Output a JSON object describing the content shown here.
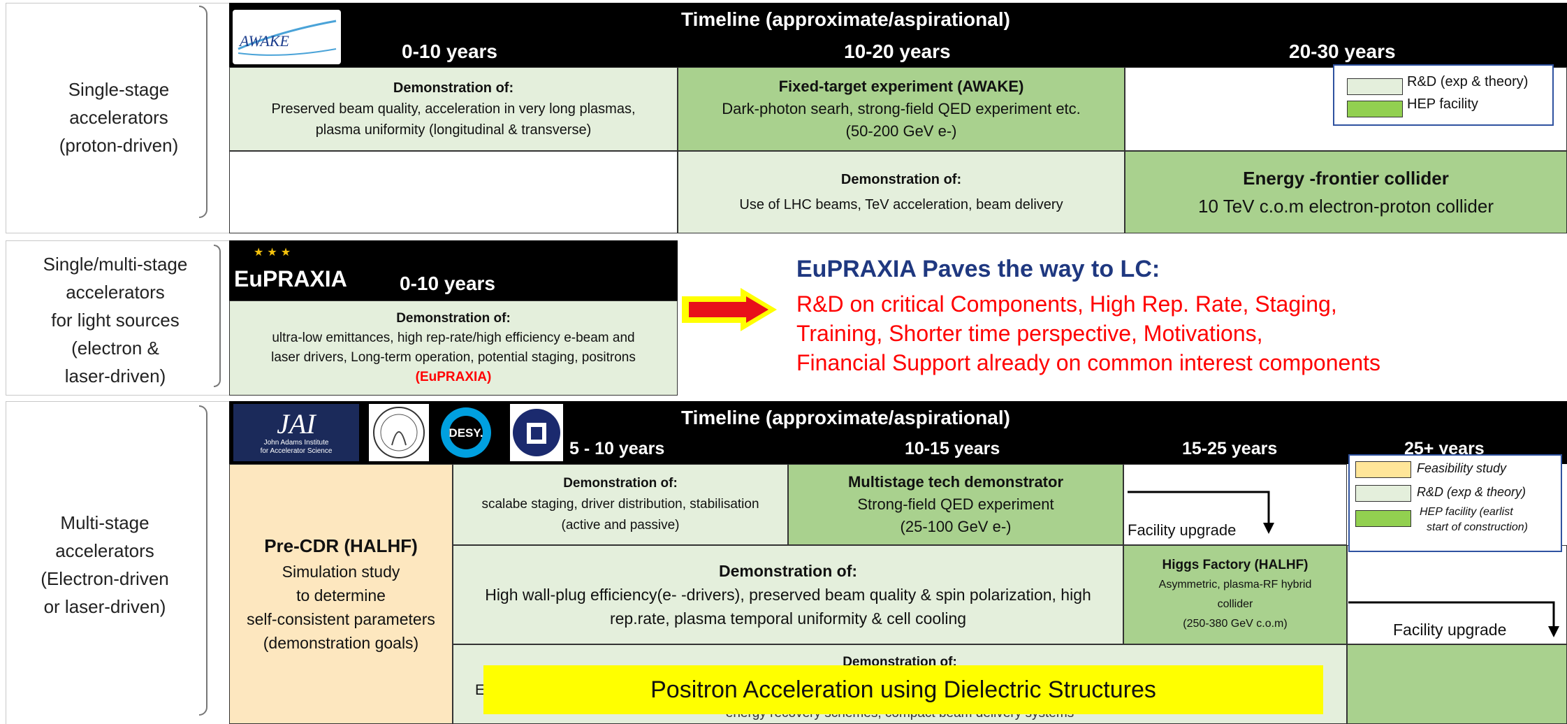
{
  "colors": {
    "rd": "#e4efdc",
    "hep": "#a9d18e",
    "feasibility": "#fde7bf",
    "arrow_fill": "#e8101a",
    "arrow_outline": "#ffff00",
    "highlight_bar": "#ffff00",
    "eupraxia_title": "#1f3880",
    "eupraxia_red": "#ff0000"
  },
  "section1": {
    "label_lines": [
      "Single-stage",
      "accelerators",
      "(proton-driven)"
    ],
    "logo_text": "AWAKE",
    "timeline_title": "Timeline (approximate/aspirational)",
    "col_headers": [
      "0-10 years",
      "10-20 years",
      "20-30 years"
    ],
    "row1": {
      "c1": {
        "title": "Demonstration of:",
        "lines": [
          "Preserved beam quality, acceleration in very long plasmas,",
          "plasma uniformity (longitudinal & transverse)"
        ]
      },
      "c2": {
        "title": "Fixed-target experiment (AWAKE)",
        "lines": [
          "Dark-photon searh, strong-field QED experiment etc.",
          "(50-200 GeV e-)"
        ]
      }
    },
    "row2": {
      "c2": {
        "title": "Demonstration of:",
        "lines": [
          "Use of LHC beams, TeV acceleration, beam delivery"
        ]
      },
      "c3": {
        "title": "Energy -frontier collider",
        "lines": [
          "10 TeV c.o.m electron-proton collider"
        ]
      }
    },
    "legend": [
      "R&D (exp & theory)",
      "HEP facility"
    ]
  },
  "section2": {
    "label_lines": [
      "Single/multi-stage",
      "accelerators",
      "for light sources",
      "(electron &",
      "laser-driven)"
    ],
    "logo_text": "EuPRAXIA",
    "col_header": "0-10 years",
    "cell_title": "Demonstration of:",
    "cell_lines": [
      "ultra-low emittances, high rep-rate/high efficiency e-beam and",
      "laser drivers, Long-term operation, potential staging, positrons"
    ],
    "cell_tag": "(EuPRAXIA)",
    "headline": "EuPRAXIA Paves the way to LC:",
    "body_lines": [
      "R&D on critical Components,  High Rep. Rate, Staging,",
      "Training, Shorter time perspective, Motivations,",
      "Financial Support already on common interest components"
    ]
  },
  "section3": {
    "label_lines": [
      "Multi-stage",
      "accelerators",
      "(Electron-driven",
      "or laser-driven)"
    ],
    "logo_jai_main": "JAI",
    "logo_jai_sub": [
      "John Adams Institute",
      "for Accelerator Science"
    ],
    "logo_desy": "DESY.",
    "timeline_title": "Timeline (approximate/aspirational)",
    "col_headers": [
      "5 - 10 years",
      "10-15 years",
      "15-25 years",
      "25+ years"
    ],
    "precdr": {
      "title": "Pre-CDR (HALHF)",
      "lines": [
        "Simulation study",
        "to determine",
        "self-consistent parameters",
        "(demonstration goals)"
      ]
    },
    "r1c1": {
      "title": "Demonstration of:",
      "lines": [
        "scalabe staging, driver distribution, stabilisation",
        "(active and passive)"
      ]
    },
    "r1c2": {
      "title": "Multistage tech demonstrator",
      "lines": [
        "Strong-field QED experiment",
        "(25-100 GeV e-)"
      ]
    },
    "r1c3": "Facility upgrade",
    "r2c1": {
      "title": "Demonstration of:",
      "lines": [
        "High wall-plug efficiency(e- -drivers), preserved beam quality & spin polarization, high",
        "rep.rate, plasma temporal uniformity & cell cooling"
      ]
    },
    "r2c2": {
      "title": "Higgs Factory (HALHF)",
      "lines": [
        "Asymmetric, plasma-RF hybrid",
        "collider",
        "(250-380 GeV c.o.m)"
      ]
    },
    "r2c3": "Facility upgrade",
    "r3": {
      "title": "Demonstration of:",
      "prefix": "E",
      "line": "energy recovery schemes, compact beam delivery systems"
    },
    "highlight": "Positron Acceleration using Dielectric Structures",
    "legend": [
      "Feasibility study",
      "R&D (exp & theory)",
      "HEP facility (earlist",
      "start of construction)"
    ]
  }
}
